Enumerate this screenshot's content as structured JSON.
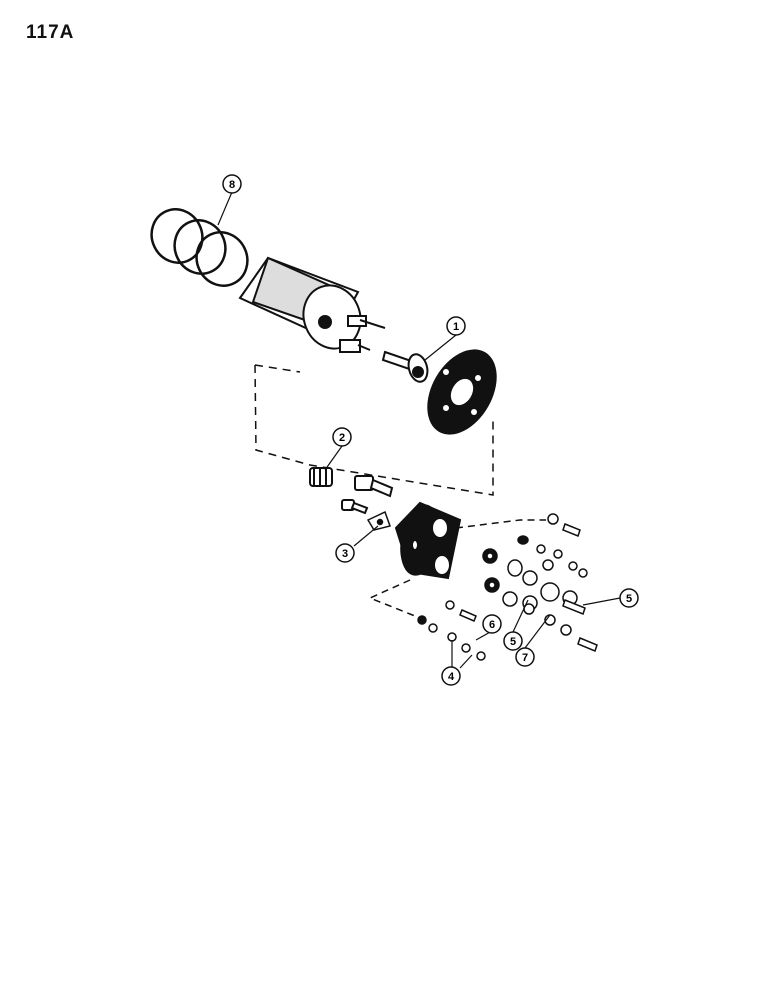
{
  "page": {
    "number": "117A"
  },
  "callouts": [
    {
      "id": "c8",
      "label": "8"
    },
    {
      "id": "c1",
      "label": "1"
    },
    {
      "id": "c2",
      "label": "2"
    },
    {
      "id": "c3",
      "label": "3"
    },
    {
      "id": "c5a",
      "label": "5"
    },
    {
      "id": "c5b",
      "label": "5"
    },
    {
      "id": "c7",
      "label": "7"
    },
    {
      "id": "c6",
      "label": "6"
    },
    {
      "id": "c4",
      "label": "4"
    }
  ]
}
